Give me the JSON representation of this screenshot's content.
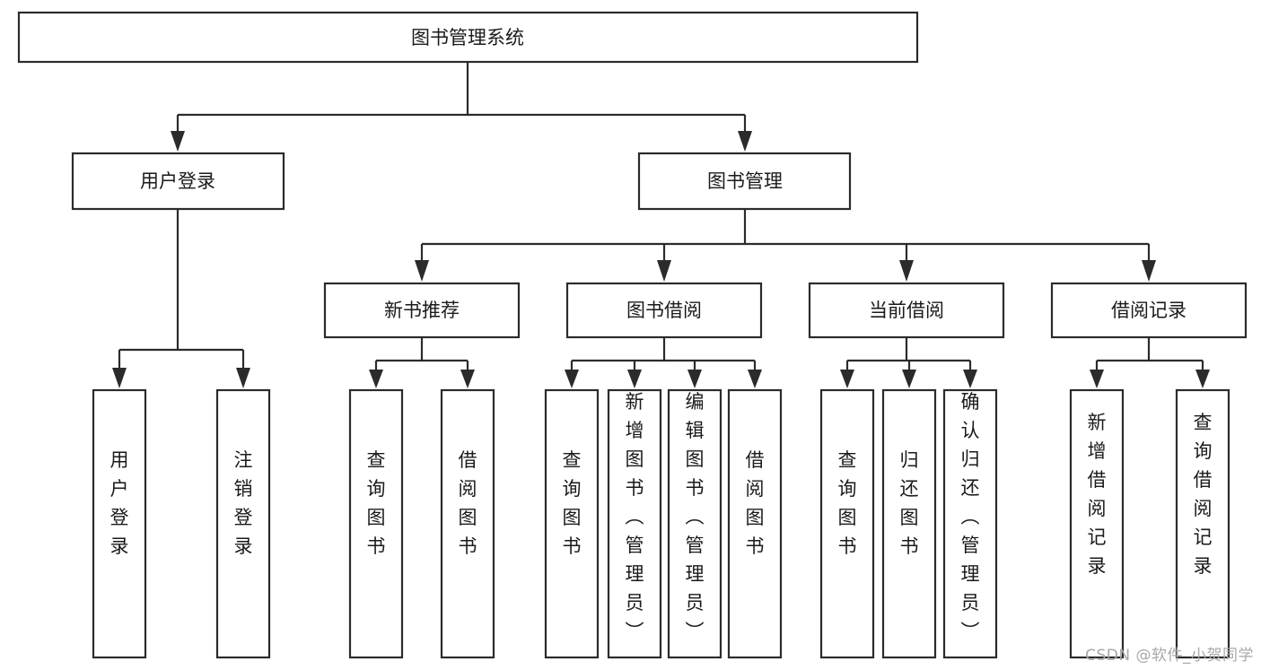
{
  "diagram": {
    "title": "图书管理系统",
    "type": "tree-hierarchy-chart",
    "watermark": "CSDN @软件_小贺同学",
    "colors": {
      "box_border": "#2b2b2b",
      "box_fill": "#ffffff",
      "connector": "#2b2b2b",
      "text": "#1a1a1a",
      "watermark": "#a8a8a8",
      "background": "#ffffff"
    },
    "root": {
      "label": "图书管理系统"
    },
    "level2": [
      {
        "label": "用户登录"
      },
      {
        "label": "图书管理"
      }
    ],
    "level3": [
      {
        "label": "新书推荐"
      },
      {
        "label": "图书借阅"
      },
      {
        "label": "当前借阅"
      },
      {
        "label": "借阅记录"
      }
    ],
    "leaves": {
      "user_login": [
        {
          "label": "用户登录"
        },
        {
          "label": "注销登录"
        }
      ],
      "new_book_recommend": [
        {
          "label": "查询图书"
        },
        {
          "label": "借阅图书"
        }
      ],
      "book_borrow": [
        {
          "label": "查询图书"
        },
        {
          "label": "新增图书（管理员）"
        },
        {
          "label": "编辑图书（管理员）"
        },
        {
          "label": "借阅图书"
        }
      ],
      "current_borrow": [
        {
          "label": "查询图书"
        },
        {
          "label": "归还图书"
        },
        {
          "label": "确认归还（管理员）"
        }
      ],
      "borrow_record": [
        {
          "label": "新增借阅记录"
        },
        {
          "label": "查询借阅记录"
        }
      ]
    }
  }
}
